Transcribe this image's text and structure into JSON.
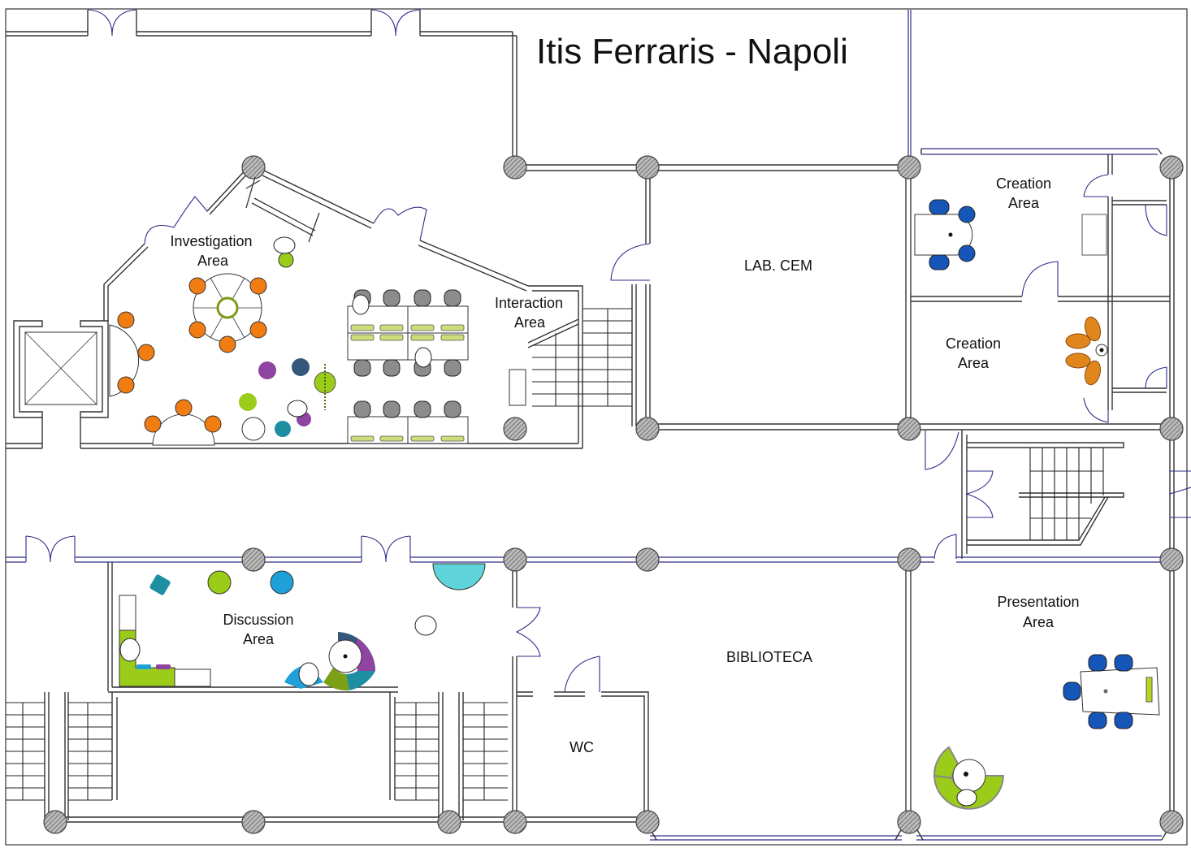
{
  "title": "Itis Ferraris - Napoli",
  "rooms": {
    "investigation": {
      "line1": "Investigation",
      "line2": "Area"
    },
    "interaction": {
      "line1": "Interaction",
      "line2": "Area"
    },
    "lab_cem": {
      "label": "LAB. CEM"
    },
    "creation_upper": {
      "line1": "Creation",
      "line2": "Area"
    },
    "creation_lower": {
      "line1": "Creation",
      "line2": "Area"
    },
    "discussion": {
      "line1": "Discussion",
      "line2": "Area"
    },
    "biblioteca": {
      "label": "BIBLIOTECA"
    },
    "wc": {
      "label": "WC"
    },
    "presentation": {
      "line1": "Presentation",
      "line2": "Area"
    }
  },
  "colors": {
    "wall": "#333333",
    "glazing": "#2c2c8a",
    "chair_orange": "#f07c12",
    "chair_blue": "#1556b8",
    "chair_grey": "#8c8c8c",
    "lime": "#9ccc1a",
    "purple": "#8e44a0",
    "navy": "#34577a",
    "teal": "#1e8fa0",
    "cyan": "#5fd3da",
    "sky": "#1ea0d8",
    "desk_pad": "#cfdc7a",
    "creation_orange": "#e0861c"
  }
}
